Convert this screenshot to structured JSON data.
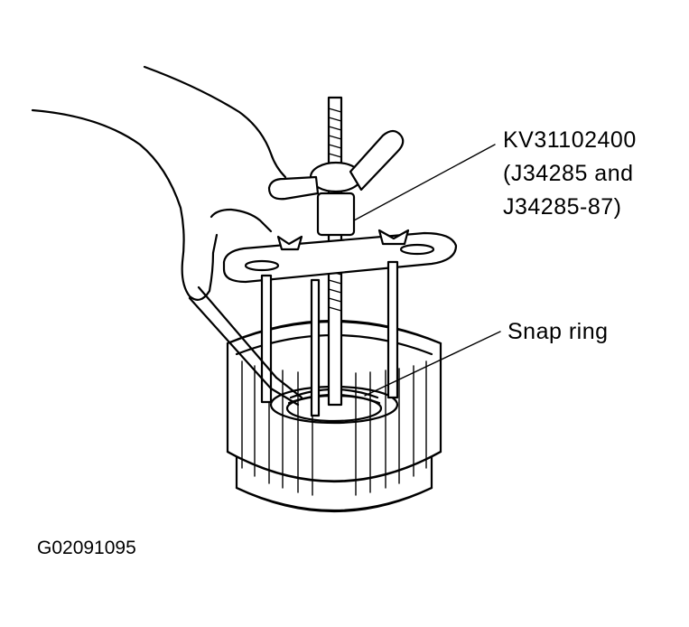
{
  "labels": {
    "tool_number": "KV31102400",
    "tool_alt_line1": "(J34285 and",
    "tool_alt_line2": "J34285-87)",
    "snap_ring": "Snap ring"
  },
  "figure_id": "G02091095"
}
